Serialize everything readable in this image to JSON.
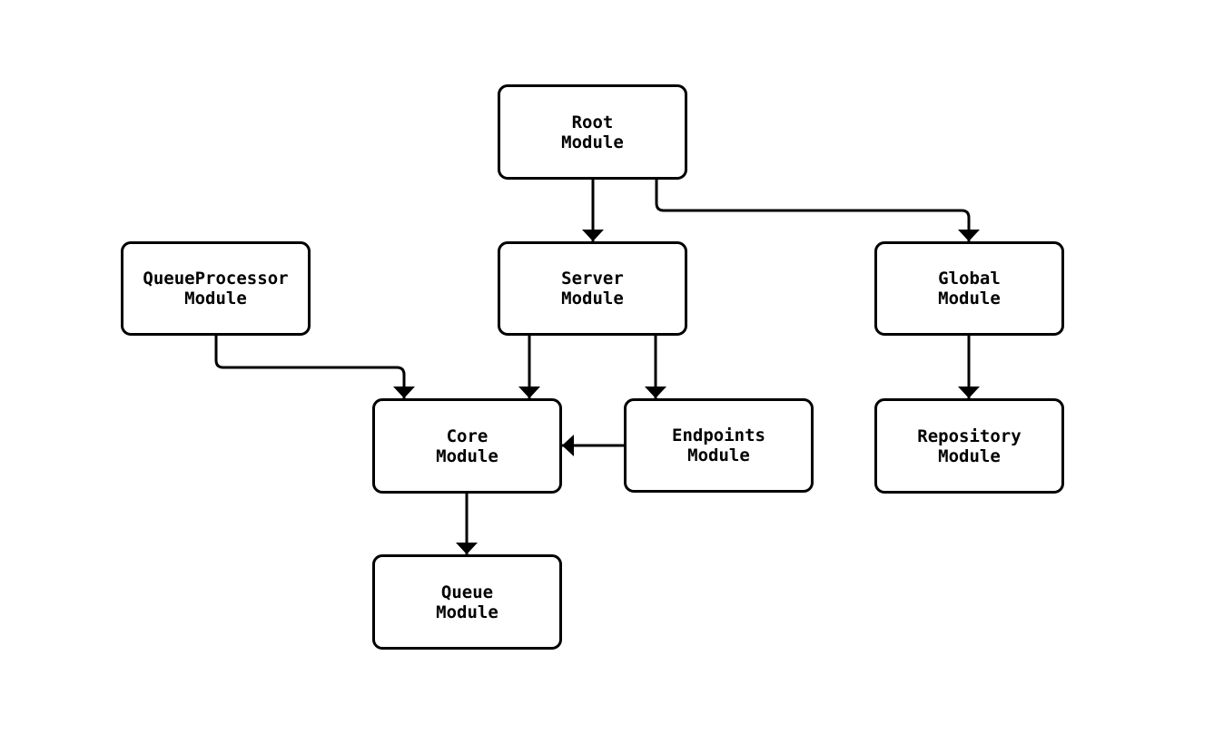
{
  "diagram": {
    "type": "flowchart",
    "direction": "top-down",
    "colors": {
      "stroke": "#000000",
      "node-fill": "#ffffff",
      "background": "#ffffff"
    },
    "nodes": [
      {
        "id": "root",
        "label": "Root\nModule"
      },
      {
        "id": "queueprocessor",
        "label": "QueueProcessor\nModule"
      },
      {
        "id": "server",
        "label": "Server\nModule"
      },
      {
        "id": "global",
        "label": "Global\nModule"
      },
      {
        "id": "core",
        "label": "Core\nModule"
      },
      {
        "id": "endpoints",
        "label": "Endpoints\nModule"
      },
      {
        "id": "repository",
        "label": "Repository\nModule"
      },
      {
        "id": "queue",
        "label": "Queue\nModule"
      }
    ],
    "edges": [
      {
        "from": "root",
        "to": "server"
      },
      {
        "from": "root",
        "to": "global"
      },
      {
        "from": "queueprocessor",
        "to": "core"
      },
      {
        "from": "server",
        "to": "core"
      },
      {
        "from": "server",
        "to": "endpoints"
      },
      {
        "from": "endpoints",
        "to": "core"
      },
      {
        "from": "global",
        "to": "repository"
      },
      {
        "from": "core",
        "to": "queue"
      }
    ]
  }
}
